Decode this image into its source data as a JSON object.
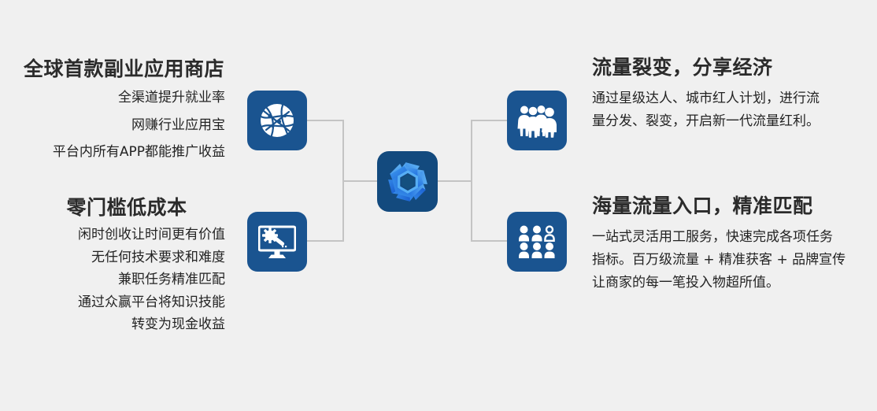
{
  "page": {
    "background_color": "#f0f0f0",
    "tile_color": "#1a5490",
    "center_tile_color": "#134a7e",
    "connector_color": "#c4c4c4",
    "heading_color": "#2b2b2b",
    "body_color": "#232323"
  },
  "blocks": {
    "top_left": {
      "heading": "全球首款副业应用商店",
      "lines": [
        "全渠道提升就业率",
        "网赚行业应用宝",
        "平台内所有APP都能推广收益"
      ]
    },
    "bottom_left": {
      "heading": "零门槛低成本",
      "lines": [
        "闲时创收让时间更有价值",
        "无任何技术要求和难度",
        "兼职任务精准匹配",
        "通过众赢平台将知识技能",
        "转变为现金收益"
      ]
    },
    "top_right": {
      "heading": "流量裂变，分享经济",
      "lines": [
        " 通过星级达人、城市红人计划，进行流",
        "量分发、裂变，开启新一代流量红利。"
      ]
    },
    "bottom_right": {
      "heading": "海量流量入口，精准匹配",
      "lines": [
        " 一站式灵活用工服务，快速完成各项任务",
        "指标。百万级流量 + 精准获客 + 品牌宣传",
        "让商家的每一笔投入物超所值。"
      ]
    }
  },
  "icons": {
    "top_left": "network-globe-icon",
    "bottom_left": "monitor-settings-icon",
    "center": "hexagon-aperture-logo-icon",
    "top_right": "people-group-icon",
    "bottom_right": "people-grid-icon"
  }
}
